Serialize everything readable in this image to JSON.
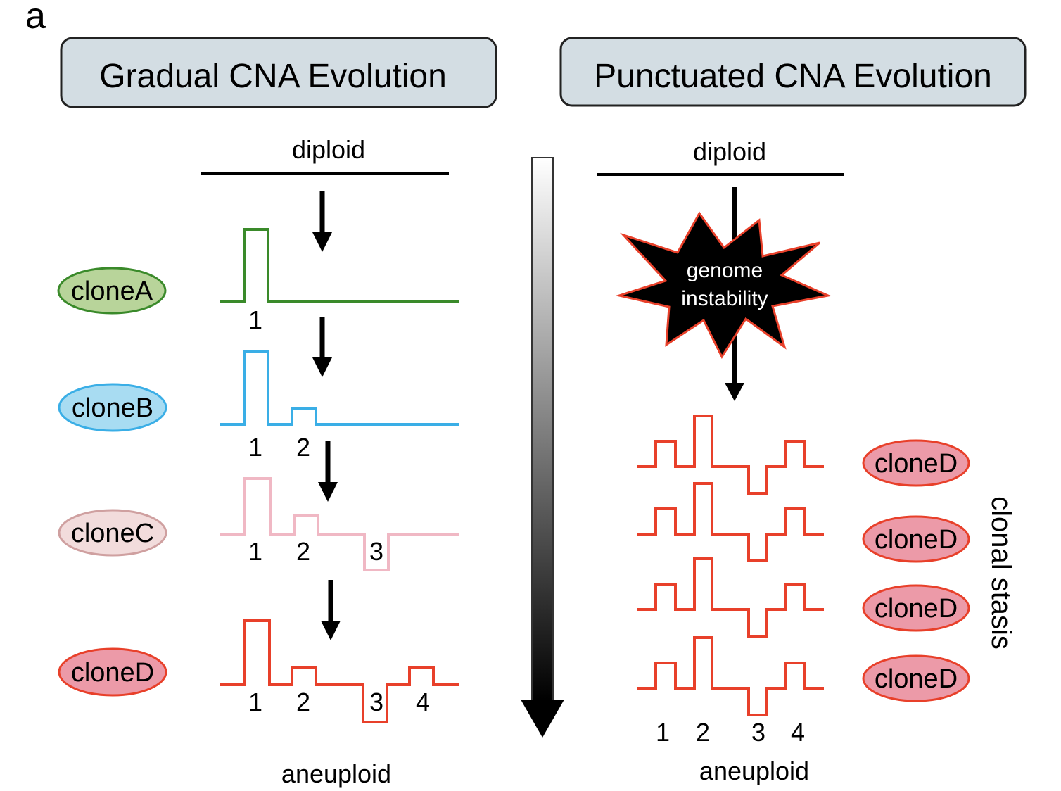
{
  "panel_label": "a",
  "left": {
    "title": "Gradual CNA Evolution",
    "top_label": "diploid",
    "bottom_label": "aneuploid",
    "clones": [
      {
        "name": "cloneA",
        "fill": "#b8d49a",
        "stroke": "#3a8a2a",
        "line": "#3a8a2a",
        "numbers": [
          "1"
        ]
      },
      {
        "name": "cloneB",
        "fill": "#a8dcf2",
        "stroke": "#3aaee6",
        "line": "#3aaee6",
        "numbers": [
          "1",
          "2"
        ]
      },
      {
        "name": "cloneC",
        "fill": "#f2dcdc",
        "stroke": "#cfa0a0",
        "line": "#f0b8c4",
        "numbers": [
          "1",
          "2",
          "3"
        ]
      },
      {
        "name": "cloneD",
        "fill": "#ec9aa8",
        "stroke": "#e8402a",
        "line": "#e8402a",
        "numbers": [
          "1",
          "2",
          "3",
          "4"
        ]
      }
    ]
  },
  "right": {
    "title": "Punctuated CNA Evolution",
    "top_label": "diploid",
    "burst_line1": "genome",
    "burst_line2": "instability",
    "clones": [
      "cloneD",
      "cloneD",
      "cloneD",
      "cloneD"
    ],
    "numbers": [
      "1",
      "2",
      "3",
      "4"
    ],
    "side_label": "clonal stasis",
    "bottom_label": "aneuploid",
    "clone_fill": "#ec9aa8",
    "clone_stroke": "#e8402a",
    "line_color": "#e8402a"
  },
  "colors": {
    "title_box_fill": "#d3dde3",
    "title_box_stroke": "#222222",
    "burst_fill": "#000000",
    "burst_stroke": "#e8402a",
    "arrow": "#000000"
  }
}
